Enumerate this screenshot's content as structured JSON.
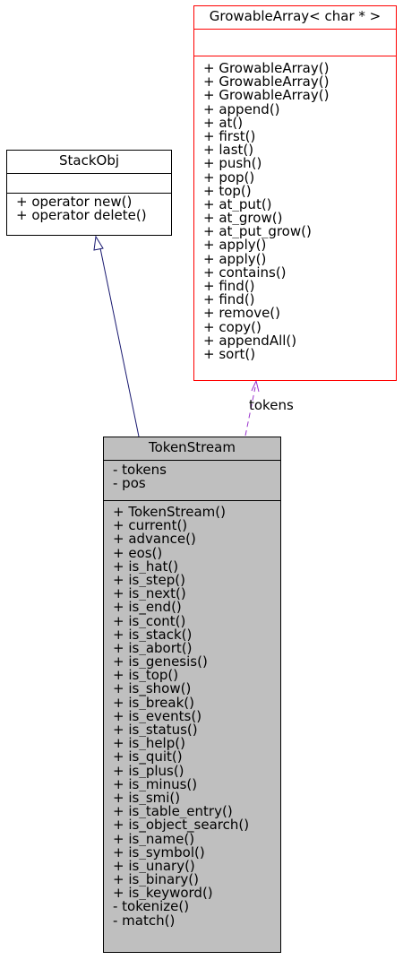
{
  "classes": {
    "stackobj": {
      "name": "StackObj",
      "attributes": [],
      "operations": [
        "+ operator new()",
        "+ operator delete()"
      ]
    },
    "growable": {
      "name": "GrowableArray< char * >",
      "attributes": [],
      "operations": [
        "+ GrowableArray()",
        "+ GrowableArray()",
        "+ GrowableArray()",
        "+ append()",
        "+ at()",
        "+ first()",
        "+ last()",
        "+ push()",
        "+ pop()",
        "+ top()",
        "+ at_put()",
        "+ at_grow()",
        "+ at_put_grow()",
        "+ apply()",
        "+ apply()",
        "+ contains()",
        "+ find()",
        "+ find()",
        "+ remove()",
        "+ copy()",
        "+ appendAll()",
        "+ sort()"
      ]
    },
    "tokenstream": {
      "name": "TokenStream",
      "attributes": [
        "- tokens",
        "- pos"
      ],
      "operations": [
        "+ TokenStream()",
        "+ current()",
        "+ advance()",
        "+ eos()",
        "+ is_hat()",
        "+ is_step()",
        "+ is_next()",
        "+ is_end()",
        "+ is_cont()",
        "+ is_stack()",
        "+ is_abort()",
        "+ is_genesis()",
        "+ is_top()",
        "+ is_show()",
        "+ is_break()",
        "+ is_events()",
        "+ is_status()",
        "+ is_help()",
        "+ is_quit()",
        "+ is_plus()",
        "+ is_minus()",
        "+ is_smi()",
        "+ is_table_entry()",
        "+ is_object_search()",
        "+ is_name()",
        "+ is_symbol()",
        "+ is_unary()",
        "+ is_binary()",
        "+ is_keyword()",
        "- tokenize()",
        "- match()"
      ]
    }
  },
  "edges": {
    "inheritance_color": "#191970",
    "usage_color": "#9a32cd",
    "usage_label": "tokens"
  }
}
